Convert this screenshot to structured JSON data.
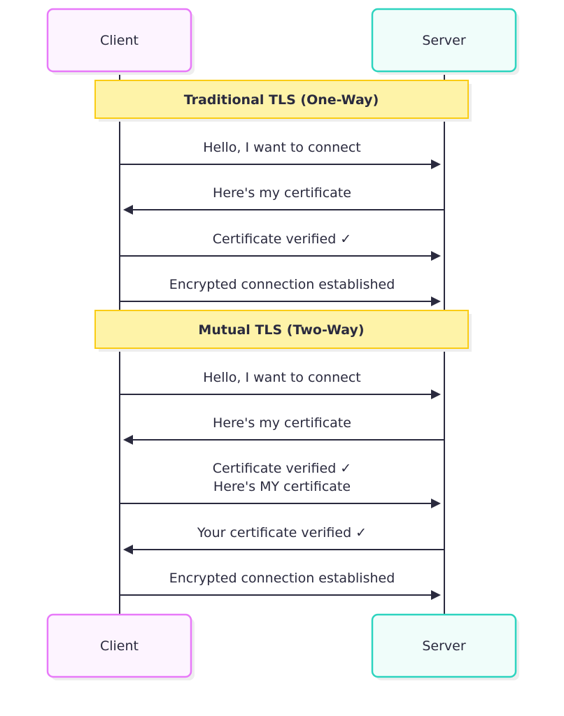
{
  "actors": {
    "client": {
      "label": "Client",
      "border": "#e879f9",
      "fill": "#fdf4ff"
    },
    "server": {
      "label": "Server",
      "border": "#2dd4bf",
      "fill": "#f0fdfa"
    }
  },
  "notes": [
    {
      "text": "Traditional TLS (One-Way)"
    },
    {
      "text": "Mutual TLS (Two-Way)"
    }
  ],
  "messages": [
    {
      "from": "client",
      "to": "server",
      "lines": [
        "Hello, I want to connect"
      ]
    },
    {
      "from": "server",
      "to": "client",
      "lines": [
        "Here's my certificate"
      ]
    },
    {
      "from": "client",
      "to": "server",
      "lines": [
        "Certificate verified ✓"
      ]
    },
    {
      "from": "client",
      "to": "server",
      "lines": [
        "Encrypted connection established"
      ]
    },
    {
      "from": "client",
      "to": "server",
      "lines": [
        "Hello, I want to connect"
      ]
    },
    {
      "from": "server",
      "to": "client",
      "lines": [
        "Here's my certificate"
      ]
    },
    {
      "from": "client",
      "to": "server",
      "lines": [
        "Certificate verified ✓",
        "Here's MY certificate"
      ]
    },
    {
      "from": "server",
      "to": "client",
      "lines": [
        "Your certificate verified ✓"
      ]
    },
    {
      "from": "client",
      "to": "server",
      "lines": [
        "Encrypted connection established"
      ]
    }
  ],
  "colors": {
    "note_fill": "#fef3a8",
    "note_border": "#facc15",
    "line": "#2a2a3e"
  }
}
